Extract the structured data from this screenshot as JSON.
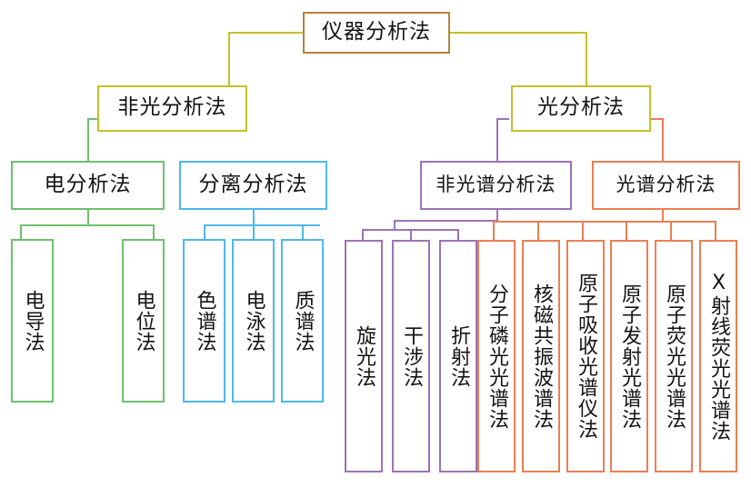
{
  "diagram": {
    "title": "仪器分析法",
    "type": "tree-hierarchy",
    "colors": {
      "root": "#b5833a",
      "level2": "#c6c02a",
      "electro": "#6ebf6e",
      "separation": "#4db8e8",
      "nonspectral": "#9b72b8",
      "spectral": "#ea7f54",
      "text": "#141414",
      "background": "#ffffff"
    },
    "nodes": {
      "root": {
        "label": "仪器分析法"
      },
      "level2": [
        {
          "label": "非光分析法"
        },
        {
          "label": "光分析法"
        }
      ],
      "level3": [
        {
          "label": "电分析法"
        },
        {
          "label": "分离分析法"
        },
        {
          "label": "非光谱分析法"
        },
        {
          "label": "光谱分析法"
        }
      ],
      "electro_leaves": [
        {
          "label": "电导法"
        },
        {
          "label": "电位法"
        }
      ],
      "separation_leaves": [
        {
          "label": "色谱法"
        },
        {
          "label": "电泳法"
        },
        {
          "label": "质谱法"
        }
      ],
      "nonspectral_leaves": [
        {
          "label": "旋光法"
        },
        {
          "label": "干涉法"
        },
        {
          "label": "折射法"
        }
      ],
      "spectral_leaves": [
        {
          "label": "分子磷光光谱法"
        },
        {
          "label": "核磁共振波谱法"
        },
        {
          "label": "原子吸收光谱仪法"
        },
        {
          "label": "原子发射光谱法"
        },
        {
          "label": "原子荧光光谱法"
        },
        {
          "label": "X射线荧光光谱法"
        }
      ]
    }
  }
}
